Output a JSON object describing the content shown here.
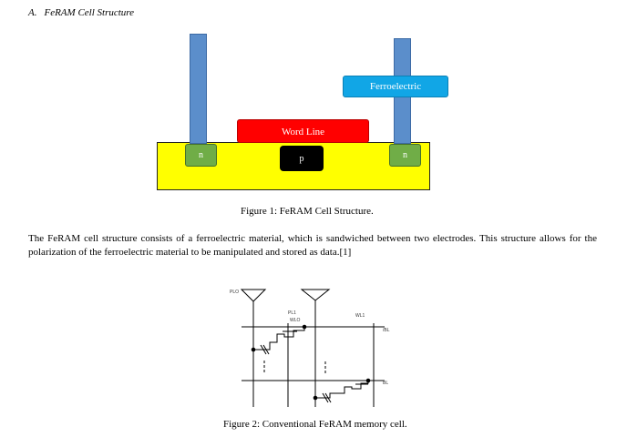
{
  "section": {
    "number": "A.",
    "title": "FeRAM Cell Structure"
  },
  "figure1": {
    "labels": {
      "ferroelectric": "Ferroelectric",
      "word_line": "Word Line",
      "n_left": "n",
      "p": "p",
      "n_right": "n"
    },
    "caption": "Figure 1: FeRAM Cell Structure."
  },
  "paragraph": "The FeRAM cell structure consists of a ferroelectric material, which is sandwiched between two electrodes. This structure allows for the polarization of the ferroelectric material to be manipulated and stored as data.[1]",
  "figure2": {
    "labels": {
      "pl0": "PLO",
      "pl1": "PL1",
      "wl0": "WLO",
      "wl1": "WL1",
      "bl_bar": "/BL",
      "bl": "BL"
    },
    "caption": "Figure 2:  Conventional FeRAM memory cell."
  },
  "colors": {
    "substrate": "#ffff00",
    "electrode": "#5b8ecb",
    "ferroelectric": "#11a6e6",
    "word_line": "#ff0000",
    "n_region": "#70ad47",
    "p_region": "#000000"
  }
}
